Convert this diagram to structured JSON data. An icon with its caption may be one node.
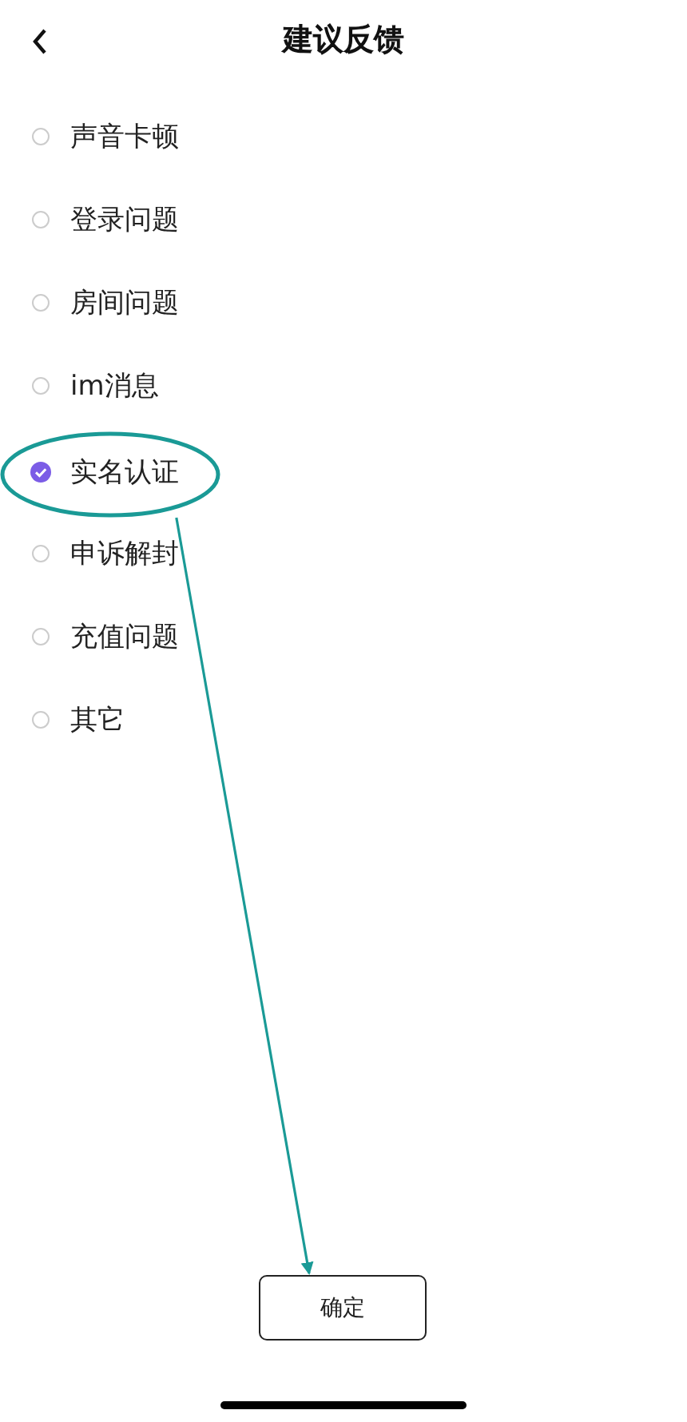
{
  "diagram": {
    "title": "建议反馈",
    "nodes": [
      {
        "text": [
          "实名认证"
        ]
      },
      {
        "text": [
          "确定"
        ]
      }
    ],
    "edges": [
      {
        "from": 0,
        "to": 1,
        "arrow": "to",
        "color": "#1a9a96"
      }
    ],
    "labels": [
      "声音卡顿",
      "登录问题",
      "房间问题",
      "im消息",
      "申诉解封",
      "充值问题",
      "其它"
    ]
  }
}
